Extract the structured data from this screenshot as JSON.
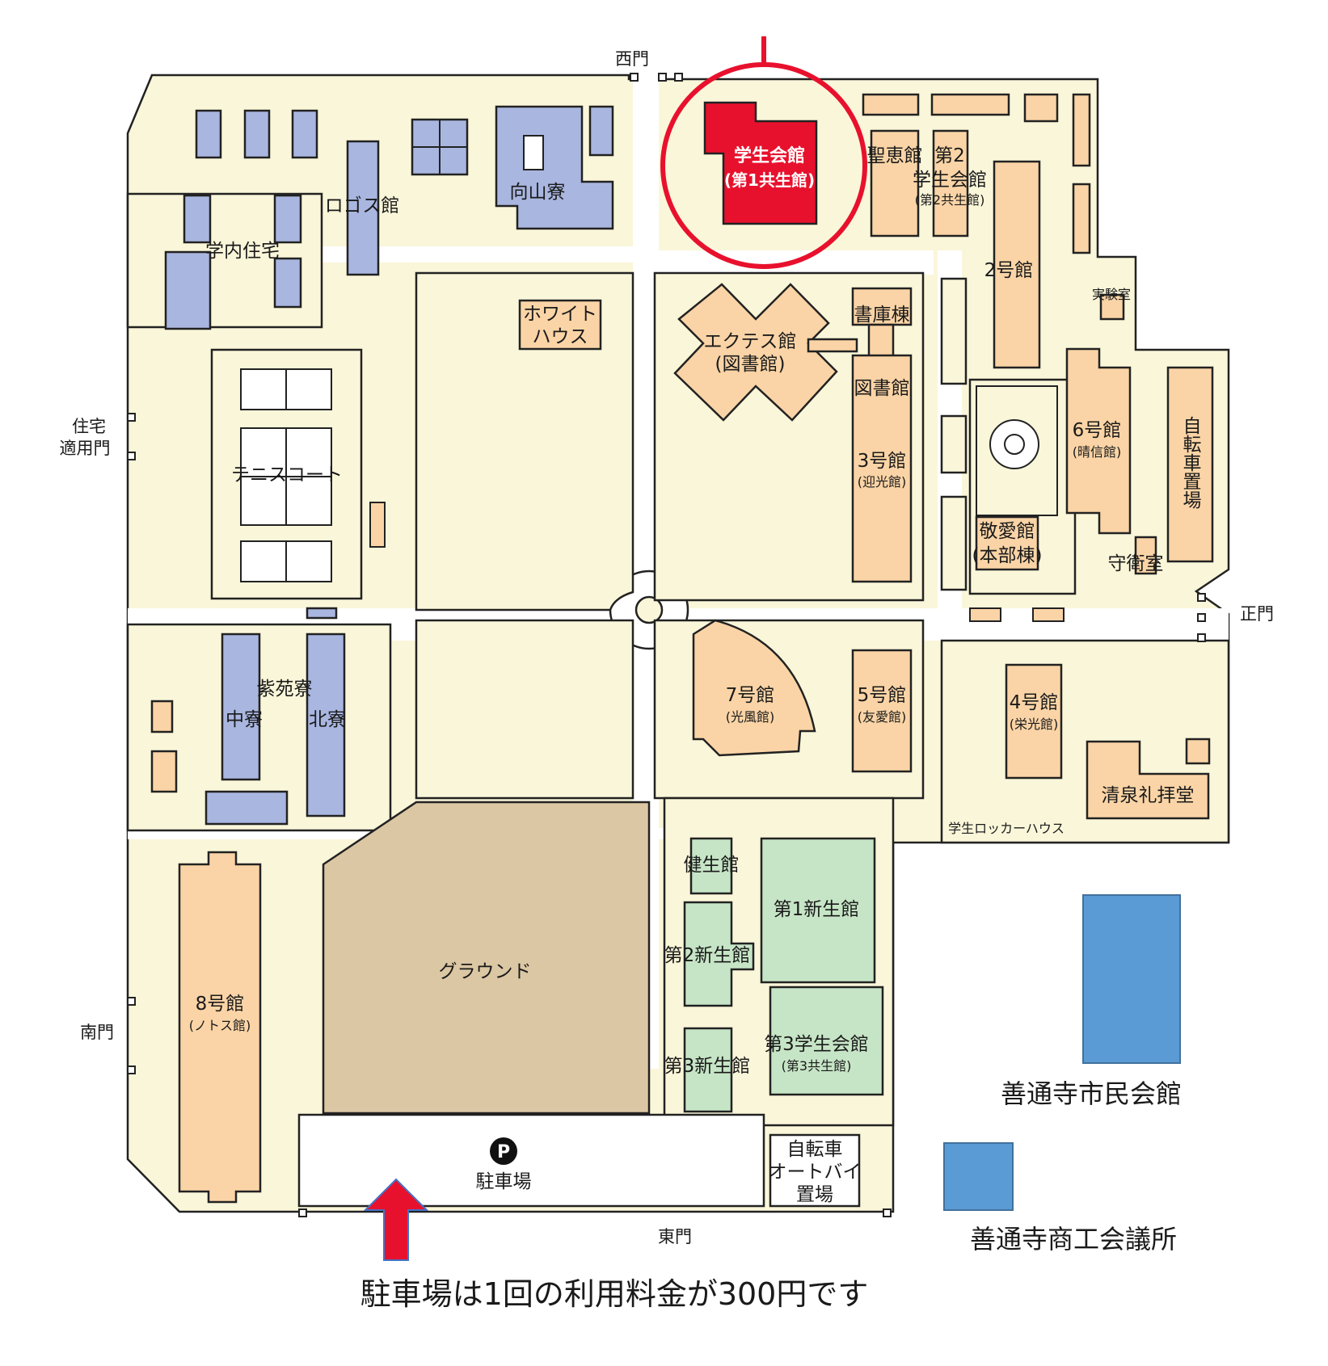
{
  "colors": {
    "campus": "#faf6d9",
    "road": "#ffffff",
    "outline": "#222222",
    "academic": "#fad4a6",
    "dorm": "#a9b6e0",
    "sports_hall": "#c6e5c6",
    "ground": "#dcc7a4",
    "highlight": "#e8112d",
    "city": "#5b9bd5"
  },
  "gates": {
    "west": "西門",
    "residence": "住宅\n適用門",
    "main": "正門",
    "south": "南門",
    "east": "東門"
  },
  "buildings": {
    "student_hall": {
      "name": "学生会館",
      "sub": "(第1共生館)"
    },
    "seikei": "聖恵館",
    "second_student_hall": {
      "name1": "第2",
      "name2": "学生会館",
      "sub": "(第2共生館)"
    },
    "bldg2": "2号館",
    "lab": "実験室",
    "logos": "ロゴス館",
    "mukaiyama": "向山寮",
    "faculty_housing": "学内住宅",
    "white_house": {
      "line1": "ホワイト",
      "line2": "ハウス"
    },
    "extes": {
      "name": "エクテス館",
      "sub": "(図書館)"
    },
    "stacks": "書庫棟",
    "library": "図書館",
    "bldg3": {
      "name": "3号館",
      "sub": "(迎光館)"
    },
    "bldg6": {
      "name": "6号館",
      "sub": "(晴信館)"
    },
    "bicycle_parking": "自転車置場",
    "keiai": {
      "name": "敬愛館",
      "sub": "(本部棟)"
    },
    "guard": "守衛室",
    "tennis": "テニスコート",
    "shien": "紫苑寮",
    "naka": "中寮",
    "kita": "北寮",
    "bldg7": {
      "name": "7号館",
      "sub": "(光風館)"
    },
    "bldg5": {
      "name": "5号館",
      "sub": "(友愛館)"
    },
    "bldg4": {
      "name": "4号館",
      "sub": "(栄光館)"
    },
    "chapel": "清泉礼拝堂",
    "locker": "学生ロッカーハウス",
    "kensei": "健生館",
    "shinsei1": "第1新生館",
    "shinsei2": "第2新生館",
    "shinsei3": "第3新生館",
    "third_student_hall": {
      "name": "第3学生会館",
      "sub": "(第3共生館)"
    },
    "ground": "グラウンド",
    "bldg8": {
      "name": "8号館",
      "sub": "(ノトス館)"
    },
    "parking": {
      "icon": "P",
      "name": "駐車場"
    },
    "bike_moto": {
      "line1": "自転車",
      "line2": "オートバイ",
      "line3": "置場"
    }
  },
  "city": {
    "hall": "善通寺市民会館",
    "chamber": "善通寺商工会議所"
  },
  "notice": "駐車場は1回の利用料金が300円です"
}
